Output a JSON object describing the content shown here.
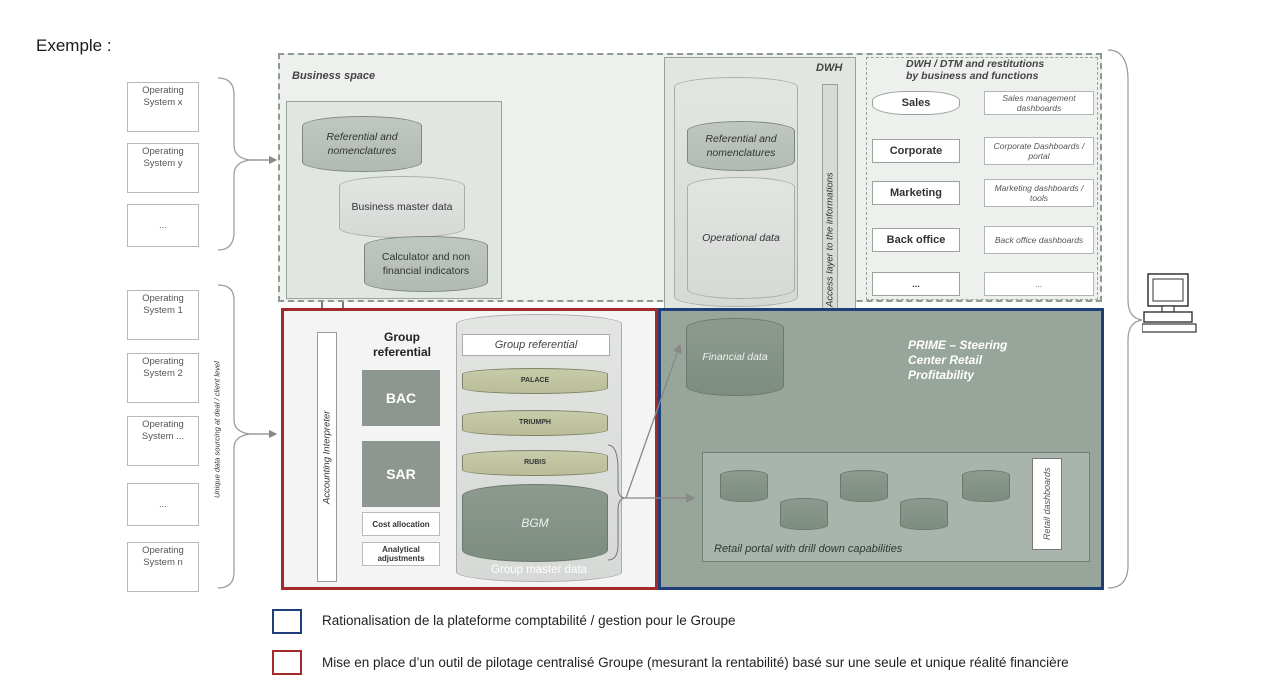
{
  "heading": "Exemple :",
  "os_top": [
    {
      "label": "Operating System x"
    },
    {
      "label": "Operating System y"
    },
    {
      "label": "..."
    }
  ],
  "os_bottom": [
    {
      "label": "Operating System 1"
    },
    {
      "label": "Operating System 2"
    },
    {
      "label": "Operating System ..."
    },
    {
      "label": "..."
    },
    {
      "label": "Operating System n"
    }
  ],
  "unique_source_label": "Unique data sourcing at deal / client level",
  "business_space": {
    "title": "Business space",
    "referential": "Referential and nomenclatures",
    "master_data": "Business master data",
    "calculator": "Calculator and non financial indicators"
  },
  "dwh": {
    "title": "DWH",
    "referential": "Referential and nomenclatures",
    "operational": "Operational data",
    "access_layer": "Access layer to the informations"
  },
  "dtm": {
    "title": "DWH / DTM and restitutions by business and functions",
    "functions": [
      "Sales",
      "Corporate",
      "Marketing",
      "Back office",
      "..."
    ],
    "dashboards": [
      "Sales management dashboards",
      "Corporate Dashboards / portal",
      "Marketing dashboards / tools",
      "Back office dashboards",
      "..."
    ]
  },
  "accounting": {
    "interpreter": "Accounting Interpreter",
    "group_ref_label": "Group referential",
    "bac": "BAC",
    "sar": "SAR",
    "cost_allocation": "Cost allocation",
    "analytical": "Analytical adjustments",
    "group_ref_cyl": "Group referential",
    "palace": "PALACE",
    "triumph": "TRIUMPH",
    "rubis": "RUBIS",
    "bgm": "BGM",
    "group_master": "Group master data"
  },
  "financial_data": "Financial data",
  "prime": {
    "title": "PRIME – Steering Center Retail Profitability",
    "portal": "Retail portal with drill down capabilities",
    "retail_dashboards": "Retail dashboards"
  },
  "legend": [
    {
      "color": "#1f3f7a",
      "text": "Rationalisation de la plateforme comptabilité / gestion pour le Groupe"
    },
    {
      "color": "#a32a2a",
      "text": "Mise en place d’un outil de pilotage centralisé Groupe (mesurant la rentabilité) basé sur une seule et unique réalité financière"
    }
  ],
  "icons": {
    "computer": "computer-icon"
  }
}
